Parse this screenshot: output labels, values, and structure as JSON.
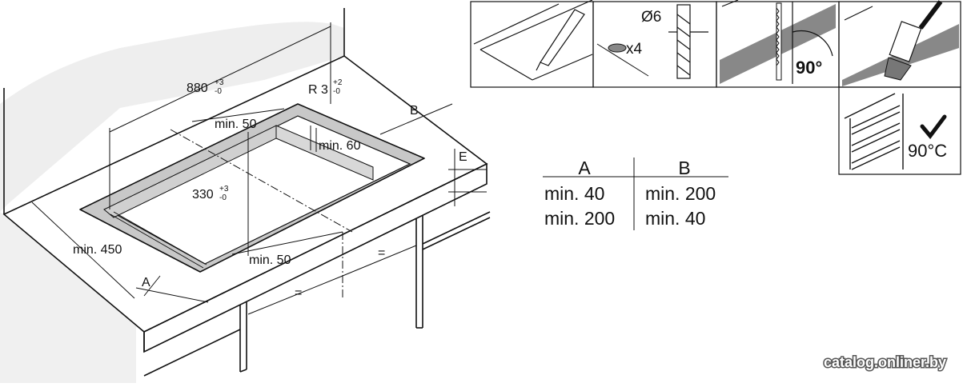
{
  "diagram": {
    "dim_width": "880",
    "dim_width_tol_plus": "+3",
    "dim_width_tol_minus": "-0",
    "dim_radius": "R 3",
    "dim_radius_tol_plus": "+2",
    "dim_radius_tol_minus": "-0",
    "dim_depth": "330",
    "dim_depth_tol_plus": "+3",
    "dim_depth_tol_minus": "-0",
    "min_50_back": "min. 50",
    "min_60": "min. 60",
    "min_50_front": "min. 50",
    "min_450": "min. 450",
    "label_a": "A",
    "label_b": "B",
    "label_e": "E",
    "equal_1": "=",
    "equal_2": "="
  },
  "steps": {
    "drill_diameter": "Ø6",
    "screw_count": "x4",
    "angle": "90°",
    "temperature": "90°C"
  },
  "table": {
    "headers": [
      "A",
      "B"
    ],
    "rows": [
      [
        "min. 40",
        "min. 200"
      ],
      [
        "min. 200",
        "min. 40"
      ]
    ]
  },
  "watermark": "catalog.onliner.by"
}
